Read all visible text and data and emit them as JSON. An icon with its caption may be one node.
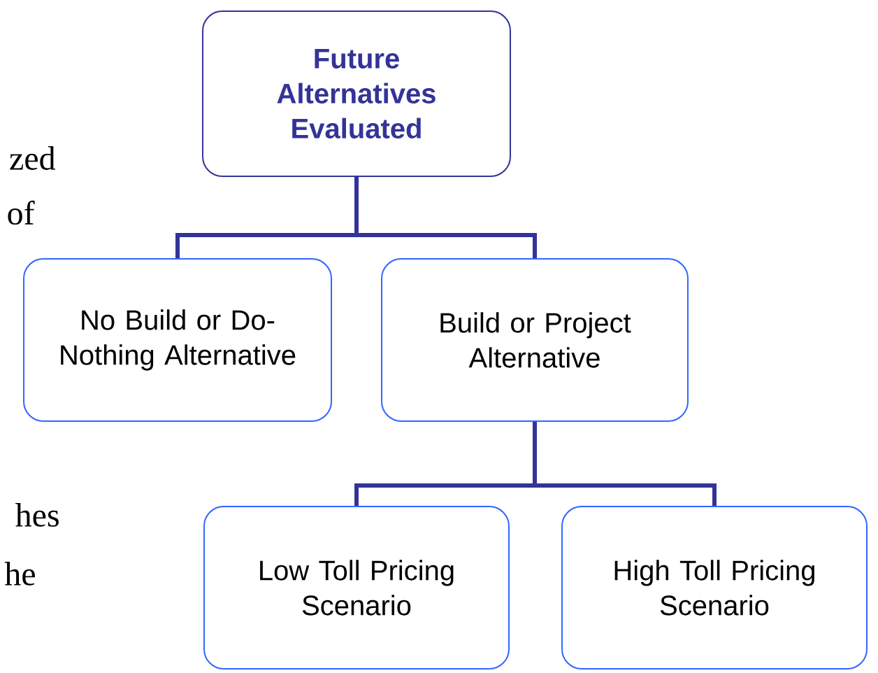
{
  "diagram": {
    "nodes": [
      {
        "text": [
          "Future Alternatives Evaluated"
        ]
      },
      {
        "text": [
          "No Build or Do-Nothing Alternative"
        ]
      },
      {
        "text": [
          "Build or Project Alternative"
        ]
      },
      {
        "text": [
          "Low Toll Pricing Scenario"
        ]
      },
      {
        "text": [
          "High Toll Pricing Scenario"
        ]
      }
    ],
    "edges": [
      {
        "from": 0,
        "to": 1,
        "arrow": "none"
      },
      {
        "from": 0,
        "to": 2,
        "arrow": "none"
      },
      {
        "from": 2,
        "to": 3,
        "arrow": "none"
      },
      {
        "from": 2,
        "to": 4,
        "arrow": "none"
      }
    ],
    "labels": [
      "zed",
      "of",
      "hes",
      "he"
    ]
  }
}
